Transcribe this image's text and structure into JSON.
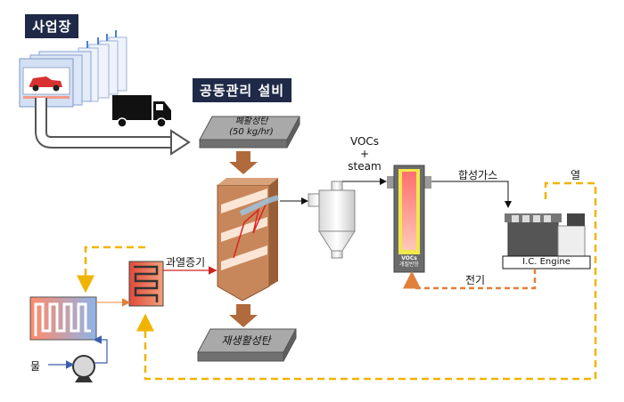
{
  "labels": {
    "workplace": "사업장",
    "facility": "공동관리 설비",
    "waste_carbon_line1": "폐활성탄",
    "waste_carbon_line2": "(50 kg/hr)",
    "regen_carbon": "재생활성탄",
    "vocs_steam_line1": "VOCs",
    "vocs_steam_line2": "+",
    "vocs_steam_line3": "steam",
    "syngas": "합성가스",
    "heat": "열",
    "electricity": "전기",
    "engine": "I.C. Engine",
    "reformer_line1": "VOCs",
    "reformer_line2": "개질반응",
    "superheated_steam": "과열증기",
    "water": "물"
  },
  "colors": {
    "navy_tag": "#1f2a48",
    "brown_arrow": "#b06a3b",
    "dashed_line": "#f0b400",
    "electric_line": "#e0803a",
    "slab": "#a9a9a9"
  }
}
